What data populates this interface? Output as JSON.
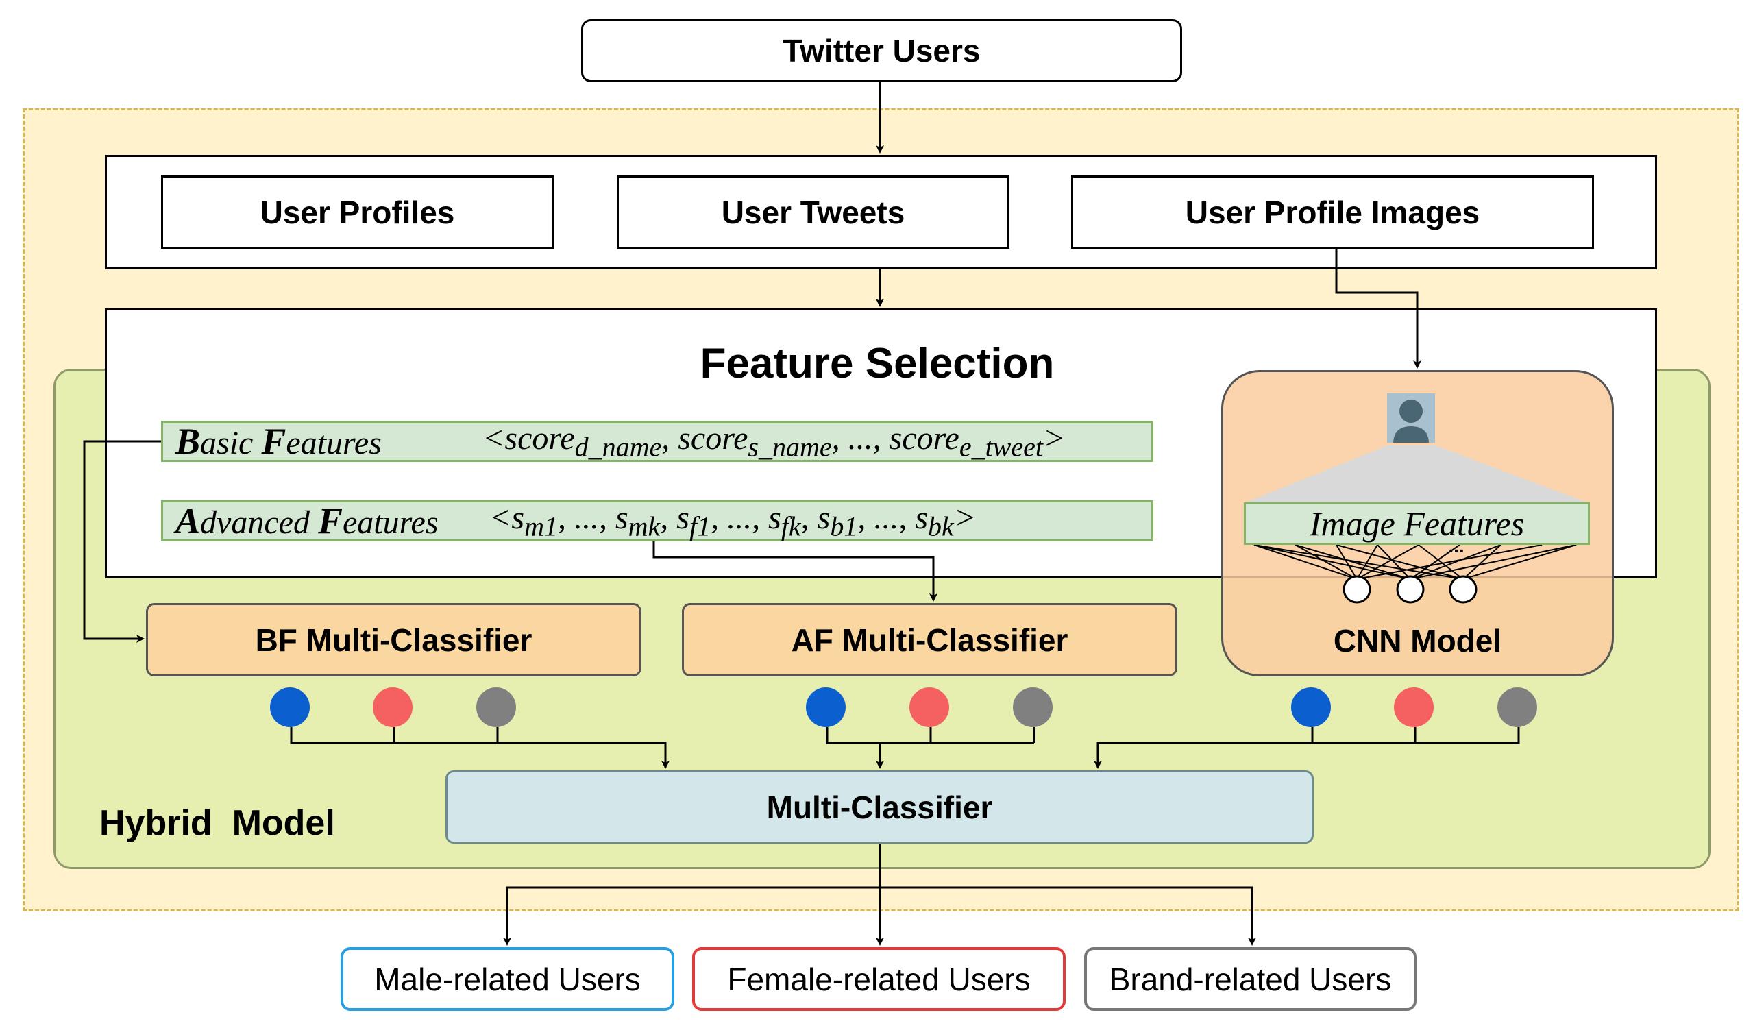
{
  "nodes": {
    "twitter_users": "Twitter Users",
    "sources": [
      "User Profiles",
      "User Tweets",
      "User Profile Images"
    ],
    "feature_selection": "Feature Selection",
    "basic_features": {
      "cap1": "B",
      "rest1": "asic ",
      "cap2": "F",
      "rest2": "eatures",
      "vector_parts": [
        "<score",
        "d_name",
        ", score",
        "s_name",
        ", ..., score",
        "e_tweet",
        ">"
      ]
    },
    "advanced_features": {
      "cap1": "A",
      "rest1": "dvanced ",
      "cap2": "F",
      "rest2": "eatures",
      "vector_parts": [
        "<s",
        "m1",
        ", ..., s",
        "mk",
        ", s",
        "f1",
        ", ..., s",
        "fk",
        ", s",
        "b1",
        ", ..., s",
        "bk",
        ">"
      ]
    },
    "image_features": "Image Features",
    "ellipsis": "...",
    "cnn_model": "CNN Model",
    "bf_classifier": "BF Multi-Classifier",
    "af_classifier": "AF Multi-Classifier",
    "multi_classifier": "Multi-Classifier",
    "hybrid_model": "Hybrid  Model",
    "outputs": [
      "Male-related Users",
      "Female-related Users",
      "Brand-related Users"
    ]
  },
  "colors": {
    "outer_region_fill": "#fff2cc",
    "outer_region_border": "#d6b656",
    "hybrid_region_fill": "#e6eeb0",
    "feature_fill": "#d5e8d4",
    "feature_border": "#82b366",
    "classifier_fill": "#fad7a0",
    "cnn_fill": "#facda0",
    "multi_classifier_fill": "#d3e6ea",
    "dot_colors": [
      "#0b5fce",
      "#f56060",
      "#808080"
    ],
    "output_borders": [
      "#2a9fe0",
      "#e03a3a",
      "#777777"
    ]
  },
  "icons": {
    "profile_image": "user-avatar-icon"
  }
}
